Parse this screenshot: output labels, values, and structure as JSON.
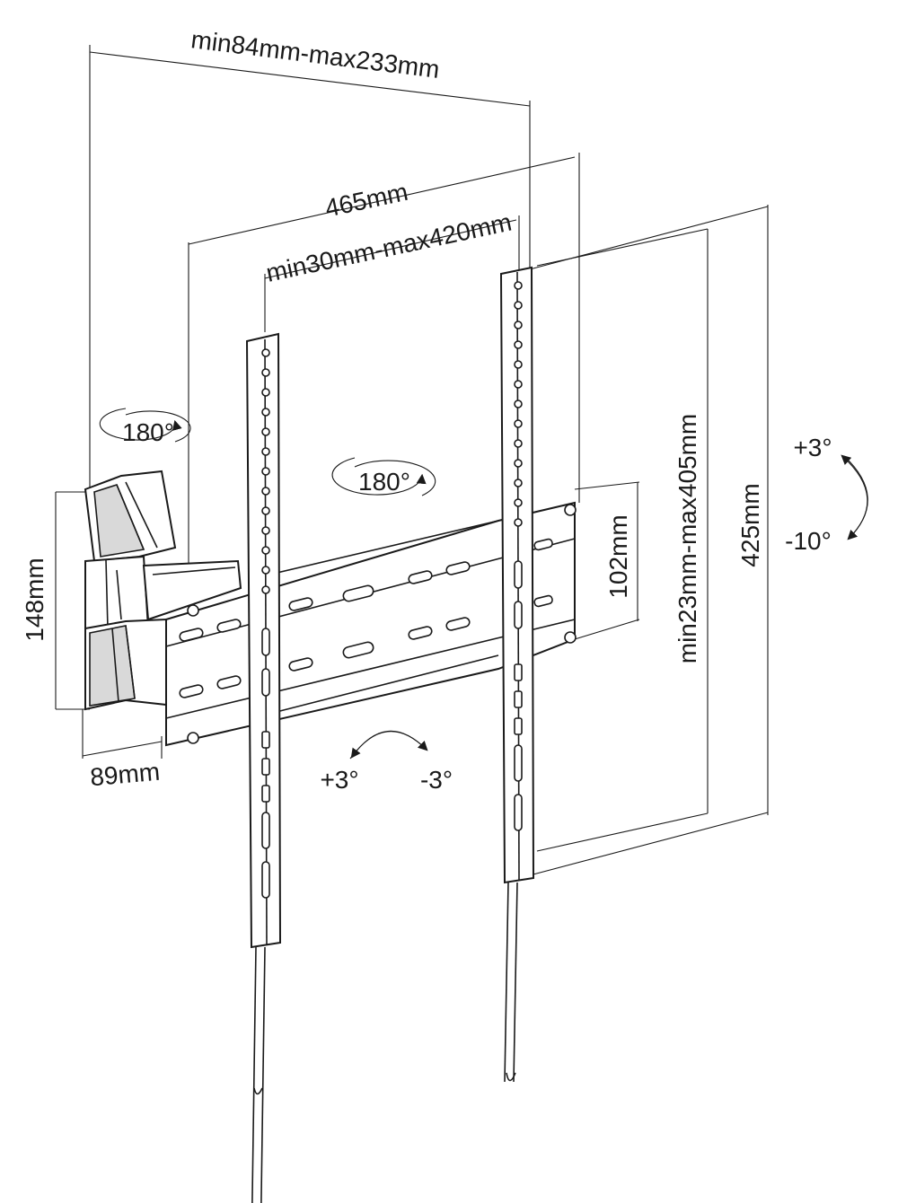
{
  "dimensions": {
    "arm_extension": "min84mm-max233mm",
    "horizontal_width": "465mm",
    "horizontal_spacing": "min30mm-max420mm",
    "vertical_spacing": "min23mm-max405mm",
    "vertical_height": "425mm",
    "wall_plate_height": "102mm",
    "arm_plate_height": "148mm",
    "arm_plate_depth": "89mm"
  },
  "rotations": {
    "arm_swivel": "180°",
    "plate_swivel": "180°",
    "tilt_up": "+3°",
    "tilt_down": "-10°",
    "level_plus": "+3°",
    "level_minus": "-3°"
  }
}
